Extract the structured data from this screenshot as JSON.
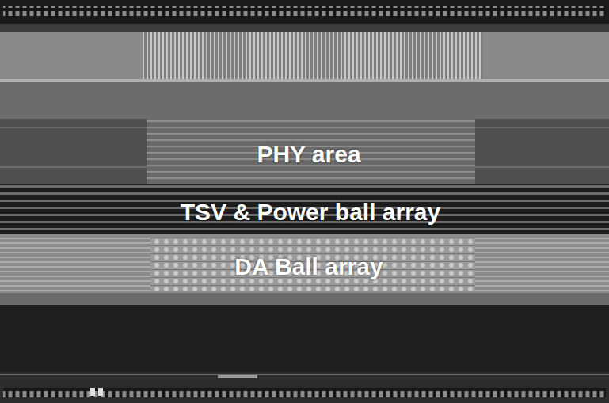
{
  "diagram": {
    "labels": [
      "PHY area",
      "TSV & Power ball array",
      "DA Ball array"
    ]
  }
}
